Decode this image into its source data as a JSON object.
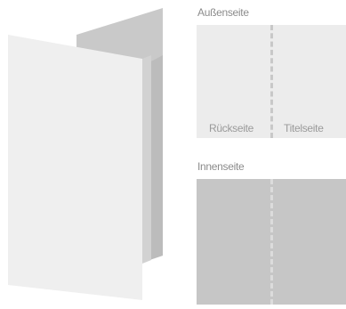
{
  "outside": {
    "heading": "Außenseite",
    "back_label": "Rückseite",
    "title_label": "Titelseite"
  },
  "inside": {
    "heading": "Innenseite"
  },
  "colors": {
    "outside_panel": "#ececec",
    "inside_panel": "#c6c6c6",
    "card_front": "#efefef",
    "card_back": "#c8c8c8",
    "card_spine": "#bdbdbd",
    "text": "#8c8c8c"
  }
}
